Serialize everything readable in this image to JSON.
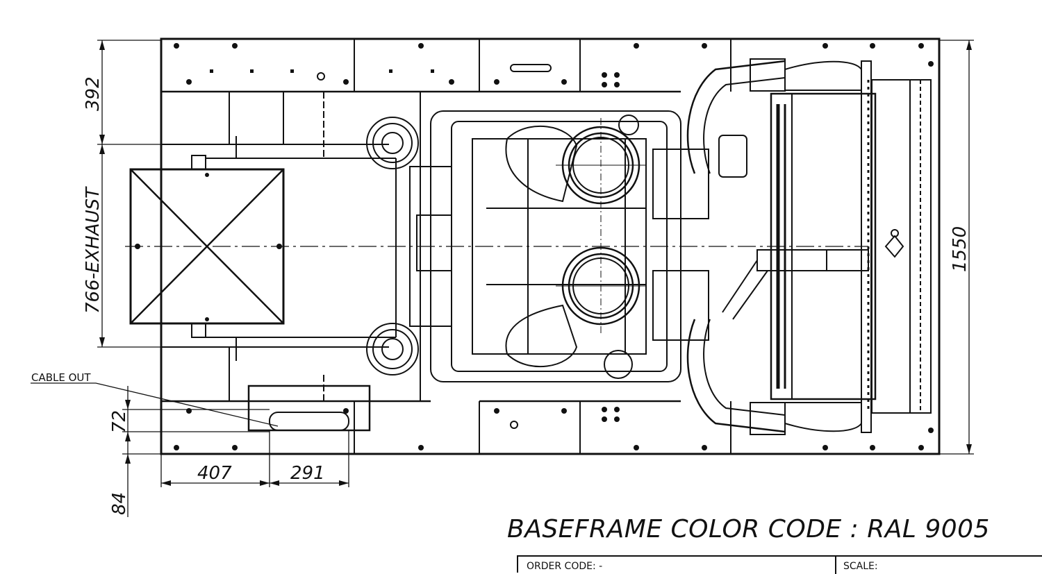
{
  "dimensions": {
    "d392": "392",
    "d766": "766-EXHAUST",
    "d1550": "1550",
    "d72": "72",
    "d84": "84",
    "d407": "407",
    "d291": "291"
  },
  "labels": {
    "cable_out": "CABLE OUT"
  },
  "title": "BASEFRAME COLOR CODE : RAL 9005",
  "table": {
    "order_code": "ORDER CODE:  -",
    "scale": "SCALE:"
  },
  "colors": {
    "line": "#111111",
    "background": "#ffffff"
  }
}
